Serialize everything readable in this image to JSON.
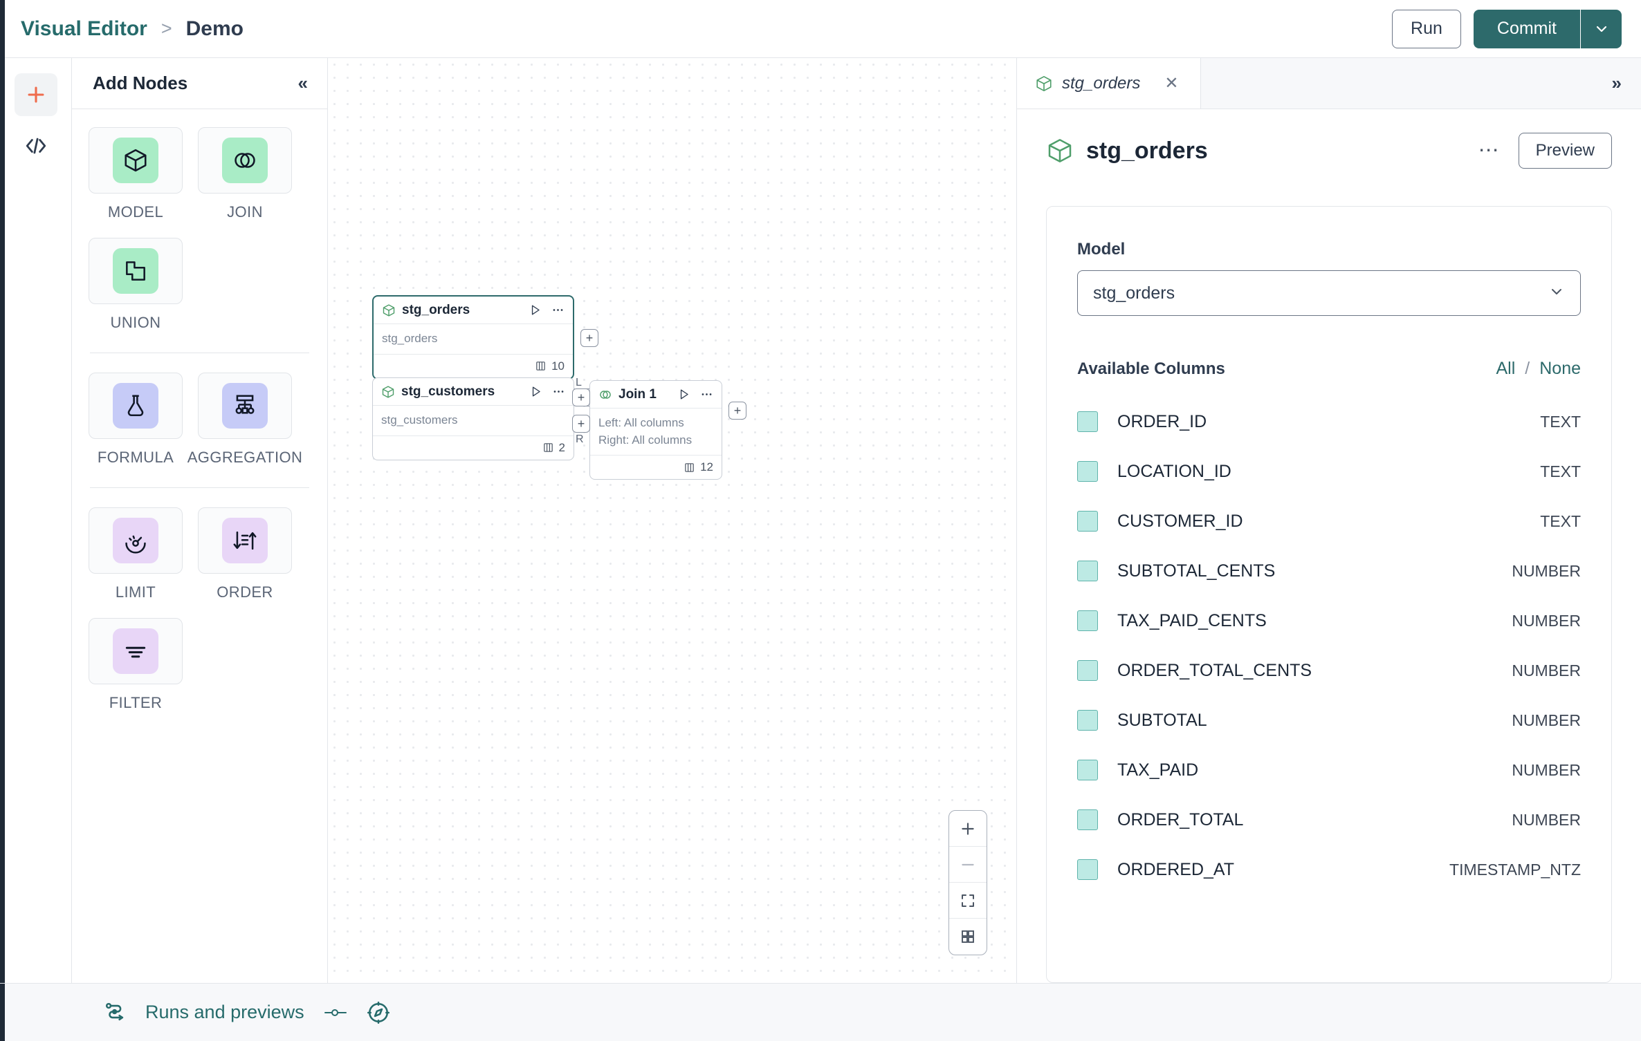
{
  "header": {
    "breadcrumb": {
      "root": "Visual Editor",
      "separator": ">",
      "current": "Demo"
    },
    "run_label": "Run",
    "commit_label": "Commit",
    "caret_icon": "chevron-down-icon"
  },
  "rail": {
    "add_icon": "plus-icon",
    "code_icon": "code-brackets-icon"
  },
  "nodes_panel": {
    "title": "Add Nodes",
    "collapse_icon": "chevrons-left-icon",
    "groups": [
      {
        "items": [
          {
            "label": "MODEL",
            "icon": "cube-icon",
            "swatch": "#a9ecc6"
          },
          {
            "label": "JOIN",
            "icon": "venn-circles-icon",
            "swatch": "#a9ecc6"
          },
          {
            "label": "UNION",
            "icon": "union-shapes-icon",
            "swatch": "#a9ecc6"
          }
        ]
      },
      {
        "items": [
          {
            "label": "FORMULA",
            "icon": "flask-icon",
            "swatch": "#c6cbf7"
          },
          {
            "label": "AGGREGATION",
            "icon": "hierarchy-icon",
            "swatch": "#c6cbf7"
          }
        ]
      },
      {
        "items": [
          {
            "label": "LIMIT",
            "icon": "gauge-icon",
            "swatch": "#e8d6f7"
          },
          {
            "label": "ORDER",
            "icon": "sort-icon",
            "swatch": "#e8d6f7"
          },
          {
            "label": "FILTER",
            "icon": "filter-icon",
            "swatch": "#e8d6f7"
          }
        ]
      }
    ]
  },
  "canvas": {
    "nodes": [
      {
        "title": "stg_orders",
        "icon": "cube-icon",
        "subtitle": "stg_orders",
        "column_count": "10",
        "selected": true,
        "run_icon": "play-icon",
        "menu_icon": "more-icon",
        "columns_icon": "columns-icon"
      },
      {
        "title": "stg_customers",
        "icon": "cube-icon",
        "subtitle": "stg_customers",
        "column_count": "2",
        "selected": false,
        "run_icon": "play-icon",
        "menu_icon": "more-icon",
        "columns_icon": "columns-icon"
      },
      {
        "title": "Join 1",
        "icon": "venn-circles-icon",
        "subtitle_left": "Left: All columns",
        "subtitle_right": "Right: All columns",
        "column_count": "12",
        "selected": false,
        "port_left_label": "L",
        "port_right_label": "R",
        "run_icon": "play-icon",
        "menu_icon": "more-icon",
        "columns_icon": "columns-icon"
      }
    ],
    "port_symbol": "+",
    "zoom_controls": [
      {
        "name": "zoom-in-button",
        "icon": "plus-icon"
      },
      {
        "name": "zoom-out-button",
        "icon": "minus-icon"
      },
      {
        "name": "fit-view-button",
        "icon": "fit-screen-icon"
      },
      {
        "name": "minimap-toggle-button",
        "icon": "grid-icon"
      }
    ]
  },
  "inspector": {
    "tab": {
      "label": "stg_orders",
      "icon": "cube-icon",
      "close_icon": "close-icon"
    },
    "expand_icon": "chevrons-right-icon",
    "title": "stg_orders",
    "title_icon": "cube-icon",
    "more_icon": "more-icon",
    "preview_label": "Preview",
    "model_field_label": "Model",
    "model_value": "stg_orders",
    "model_caret_icon": "chevron-down-icon",
    "columns_title": "Available Columns",
    "select_all_label": "All",
    "select_divider": "/",
    "select_none_label": "None",
    "columns": [
      {
        "name": "ORDER_ID",
        "type": "TEXT",
        "checked": true
      },
      {
        "name": "LOCATION_ID",
        "type": "TEXT",
        "checked": true
      },
      {
        "name": "CUSTOMER_ID",
        "type": "TEXT",
        "checked": true
      },
      {
        "name": "SUBTOTAL_CENTS",
        "type": "NUMBER",
        "checked": true
      },
      {
        "name": "TAX_PAID_CENTS",
        "type": "NUMBER",
        "checked": true
      },
      {
        "name": "ORDER_TOTAL_CENTS",
        "type": "NUMBER",
        "checked": true
      },
      {
        "name": "SUBTOTAL",
        "type": "NUMBER",
        "checked": true
      },
      {
        "name": "TAX_PAID",
        "type": "NUMBER",
        "checked": true
      },
      {
        "name": "ORDER_TOTAL",
        "type": "NUMBER",
        "checked": true
      },
      {
        "name": "ORDERED_AT",
        "type": "TIMESTAMP_NTZ",
        "checked": true
      }
    ]
  },
  "footer": {
    "runs_label": "Runs and previews",
    "runs_icon": "flow-icon",
    "toggle_icon": "slider-icon",
    "compass_icon": "compass-icon"
  },
  "colors": {
    "accent_teal": "#2d6a6b",
    "link_teal": "#266b6b",
    "plus_orange": "#ef6c4d",
    "node_green": "#4f9e6a",
    "check_fill": "#bdeae4"
  }
}
